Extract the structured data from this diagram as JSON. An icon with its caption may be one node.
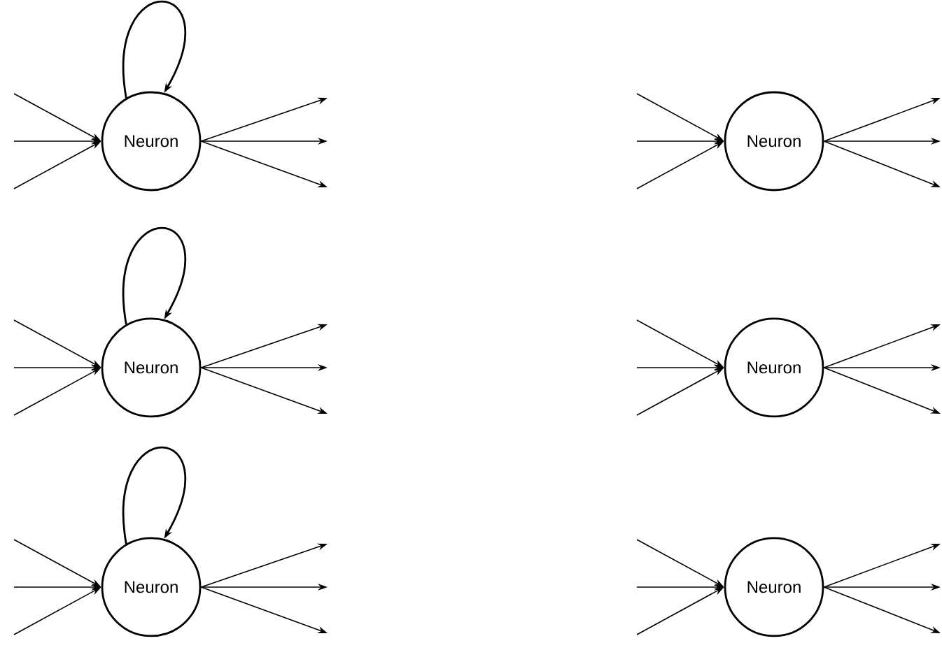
{
  "diagram": {
    "nodes": [
      {
        "text": [
          "Neuron"
        ]
      },
      {
        "text": [
          "Neuron"
        ]
      },
      {
        "text": [
          "Neuron"
        ]
      },
      {
        "text": [
          "Neuron"
        ]
      },
      {
        "text": [
          "Neuron"
        ]
      },
      {
        "text": [
          "Neuron"
        ]
      }
    ],
    "edges": [
      {
        "from": 0,
        "to": 0,
        "arrow": "to"
      },
      {
        "from": null,
        "to": 0,
        "arrow": "to"
      },
      {
        "from": null,
        "to": 0,
        "arrow": "to"
      },
      {
        "from": null,
        "to": 0,
        "arrow": "to"
      },
      {
        "from": 0,
        "to": null,
        "arrow": "to"
      },
      {
        "from": 0,
        "to": null,
        "arrow": "to"
      },
      {
        "from": 0,
        "to": null,
        "arrow": "to"
      },
      {
        "from": null,
        "to": 1,
        "arrow": "to"
      },
      {
        "from": null,
        "to": 1,
        "arrow": "to"
      },
      {
        "from": null,
        "to": 1,
        "arrow": "to"
      },
      {
        "from": 1,
        "to": null,
        "arrow": "to"
      },
      {
        "from": 1,
        "to": null,
        "arrow": "to"
      },
      {
        "from": 1,
        "to": null,
        "arrow": "to"
      },
      {
        "from": 2,
        "to": 2,
        "arrow": "to"
      },
      {
        "from": null,
        "to": 2,
        "arrow": "to"
      },
      {
        "from": null,
        "to": 2,
        "arrow": "to"
      },
      {
        "from": null,
        "to": 2,
        "arrow": "to"
      },
      {
        "from": 2,
        "to": null,
        "arrow": "to"
      },
      {
        "from": 2,
        "to": null,
        "arrow": "to"
      },
      {
        "from": 2,
        "to": null,
        "arrow": "to"
      },
      {
        "from": null,
        "to": 3,
        "arrow": "to"
      },
      {
        "from": null,
        "to": 3,
        "arrow": "to"
      },
      {
        "from": null,
        "to": 3,
        "arrow": "to"
      },
      {
        "from": 3,
        "to": null,
        "arrow": "to"
      },
      {
        "from": 3,
        "to": null,
        "arrow": "to"
      },
      {
        "from": 3,
        "to": null,
        "arrow": "to"
      },
      {
        "from": 4,
        "to": 4,
        "arrow": "to"
      },
      {
        "from": null,
        "to": 4,
        "arrow": "to"
      },
      {
        "from": null,
        "to": 4,
        "arrow": "to"
      },
      {
        "from": null,
        "to": 4,
        "arrow": "to"
      },
      {
        "from": 4,
        "to": null,
        "arrow": "to"
      },
      {
        "from": 4,
        "to": null,
        "arrow": "to"
      },
      {
        "from": 4,
        "to": null,
        "arrow": "to"
      },
      {
        "from": null,
        "to": 5,
        "arrow": "to"
      },
      {
        "from": null,
        "to": 5,
        "arrow": "to"
      },
      {
        "from": null,
        "to": 5,
        "arrow": "to"
      },
      {
        "from": 5,
        "to": null,
        "arrow": "to"
      },
      {
        "from": 5,
        "to": null,
        "arrow": "to"
      },
      {
        "from": 5,
        "to": null,
        "arrow": "to"
      }
    ]
  }
}
